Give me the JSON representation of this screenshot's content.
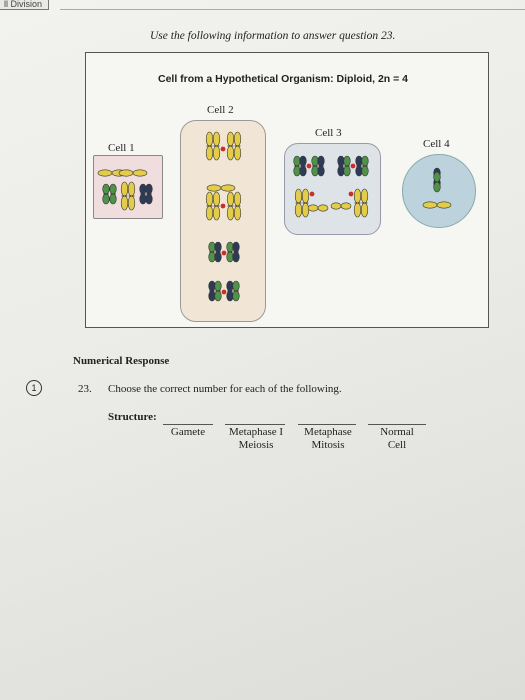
{
  "header": {
    "tab_text": "ll Division"
  },
  "instruction": "Use the following information to answer question 23.",
  "figure": {
    "title": "Cell from a Hypothetical Organism:  Diploid, 2n = 4",
    "cells": [
      {
        "label": "Cell 1"
      },
      {
        "label": "Cell 2"
      },
      {
        "label": "Cell 3"
      },
      {
        "label": "Cell 4"
      }
    ],
    "colors": {
      "yellow": "#e3cc4a",
      "green": "#4f9248",
      "navy": "#2d3a58",
      "red": "#c8312a"
    }
  },
  "section": {
    "heading": "Numerical Response",
    "question_marker": "1",
    "question_number": "23.",
    "question_text": "Choose the correct number for each of the following.",
    "structure_label": "Structure:",
    "options": [
      {
        "line1": "Gamete",
        "line2": ""
      },
      {
        "line1": "Metaphase I",
        "line2": "Meiosis"
      },
      {
        "line1": "Metaphase",
        "line2": "Mitosis"
      },
      {
        "line1": "Normal",
        "line2": "Cell"
      }
    ]
  }
}
